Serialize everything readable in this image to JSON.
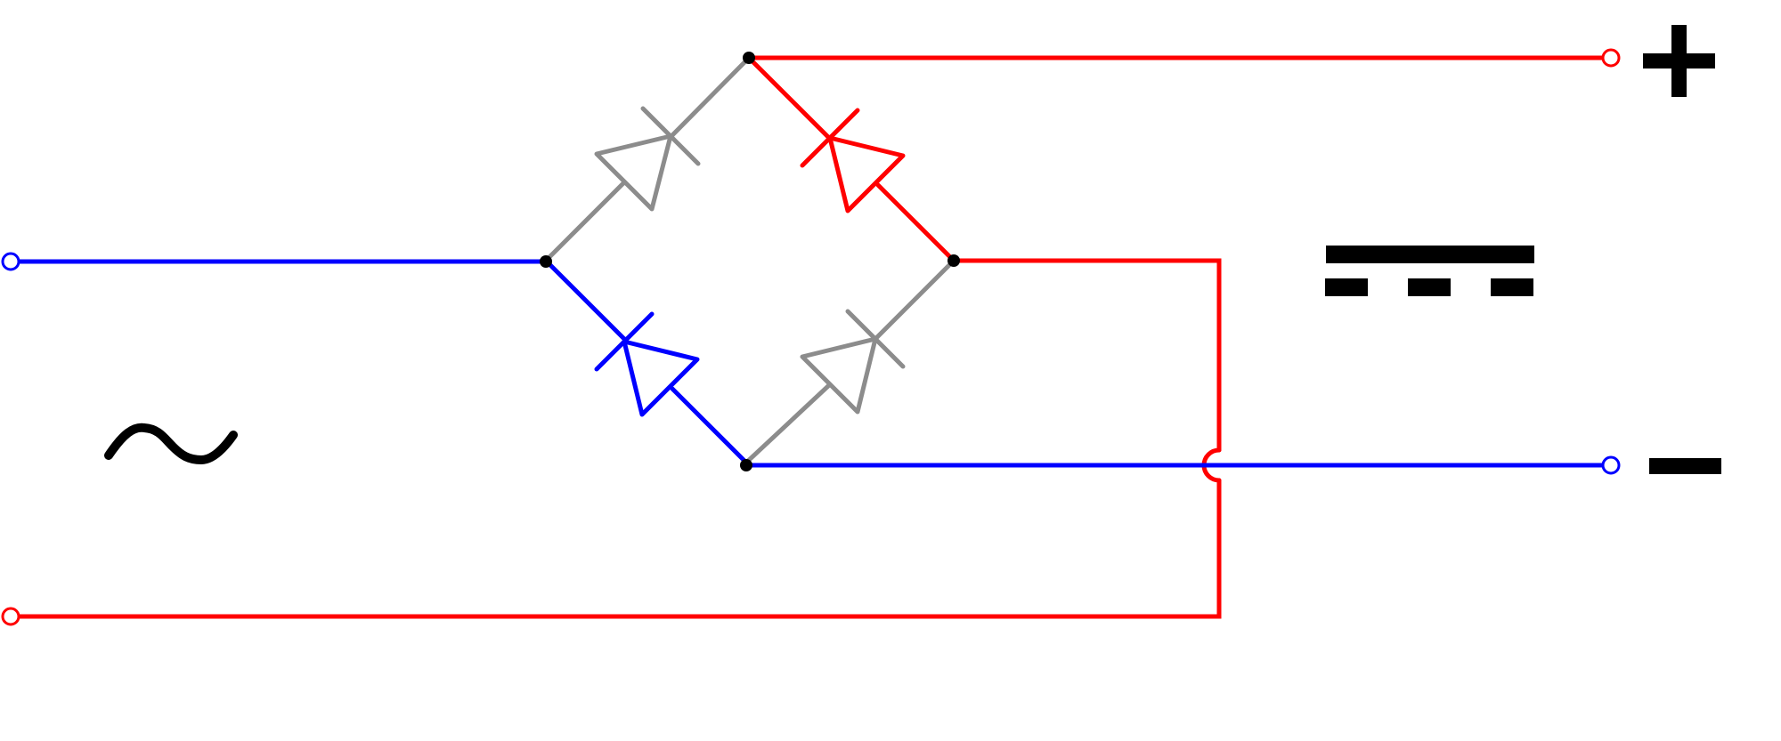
{
  "diagram": {
    "type": "bridge-rectifier",
    "colors": {
      "positive": "#ff0000",
      "negative": "#0000ff",
      "inactive": "#8c8c8c",
      "node": "#000000",
      "symbol": "#000000",
      "background": "#ffffff"
    },
    "symbols": {
      "ac_input": "ac-sine-symbol",
      "dc_output": "dc-symbol",
      "positive_output": "plus-symbol",
      "negative_output": "minus-symbol"
    },
    "diodes": [
      {
        "id": "top-left",
        "state": "inactive"
      },
      {
        "id": "top-right",
        "state": "conducting-positive"
      },
      {
        "id": "bottom-left",
        "state": "conducting-negative"
      },
      {
        "id": "bottom-right",
        "state": "inactive"
      }
    ]
  }
}
